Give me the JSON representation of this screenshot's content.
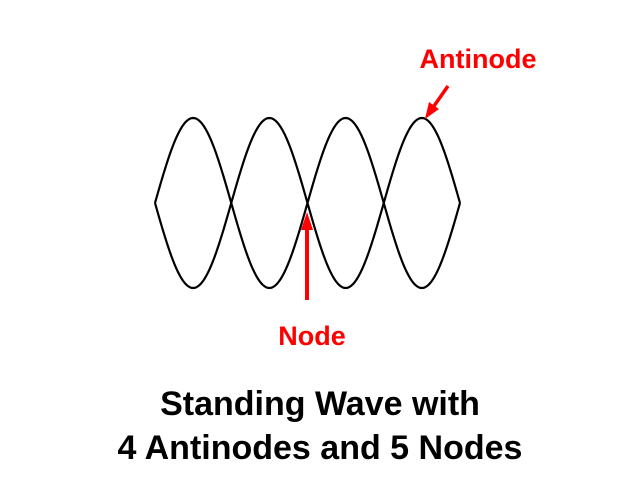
{
  "diagram": {
    "label_antinode": "Antinode",
    "label_node": "Node",
    "caption_line_1": "Standing Wave with",
    "caption_line_2": "4 Antinodes and 5 Nodes",
    "antinode_count": 4,
    "node_count": 5,
    "colors": {
      "wave": "#000000",
      "annotation": "#ff0000",
      "caption": "#000000",
      "background": "#ffffff"
    }
  }
}
